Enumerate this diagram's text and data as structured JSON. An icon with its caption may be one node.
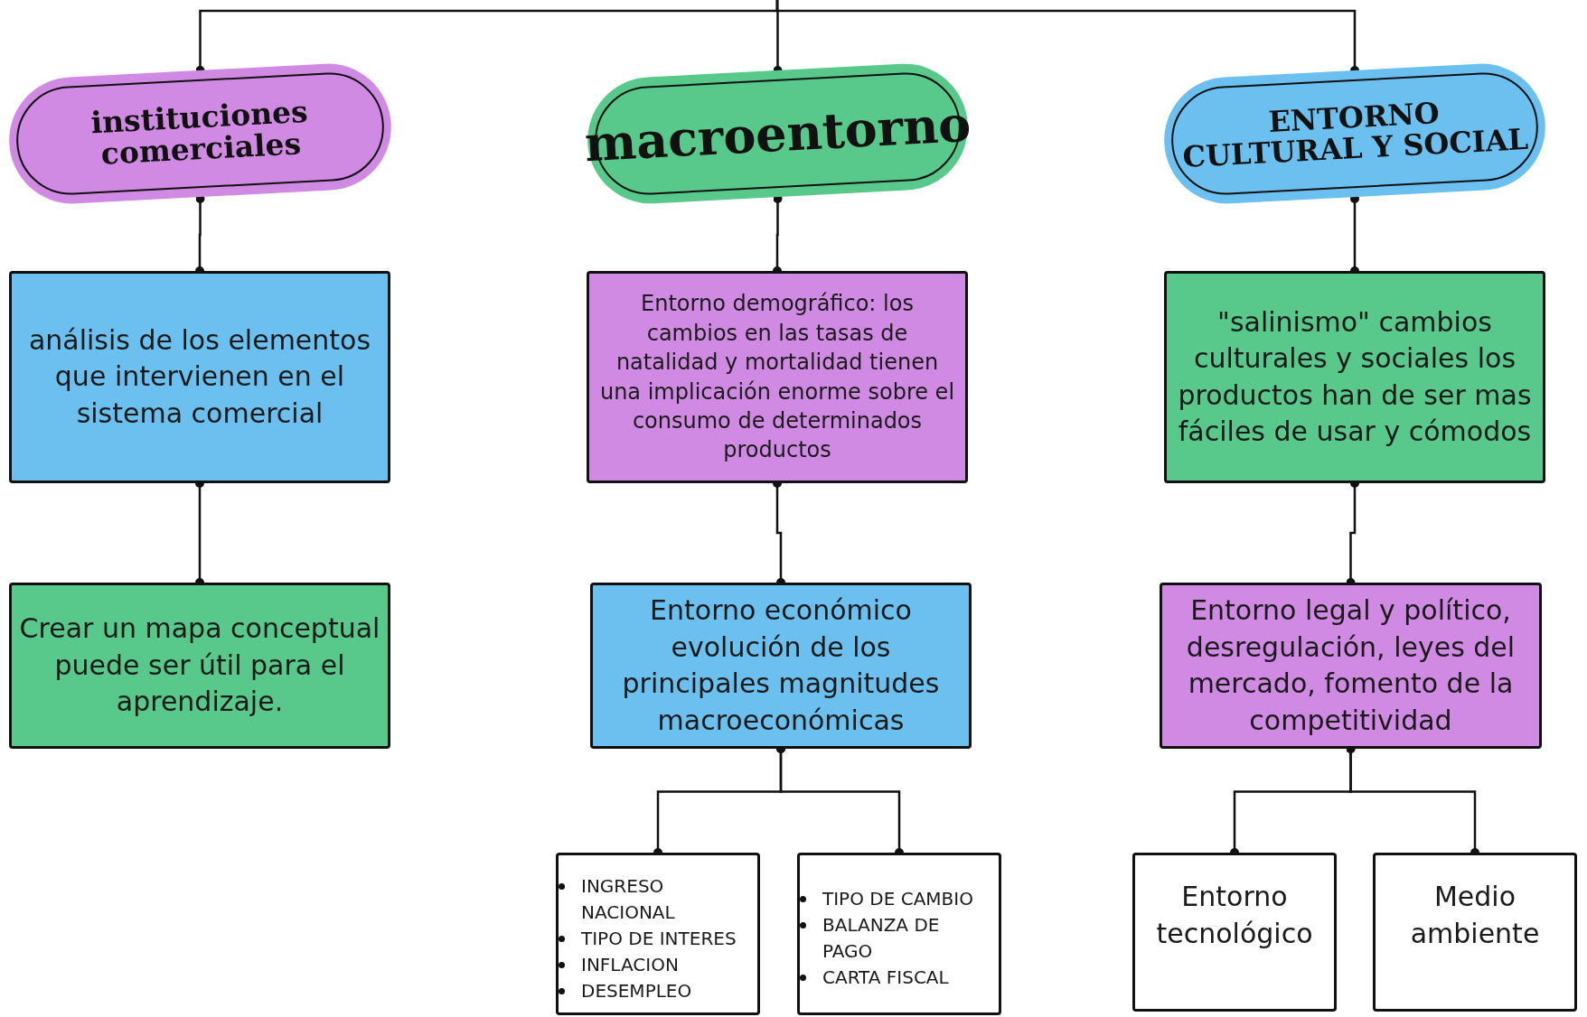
{
  "diagram": {
    "nodes": [
      {
        "text": [
          "instituciones comerciales"
        ]
      },
      {
        "text": [
          "macroentorno"
        ]
      },
      {
        "text": [
          "ENTORNO CULTURAL Y SOCIAL"
        ]
      },
      {
        "text": [
          "análisis de los elementos que intervienen en el sistema comercial"
        ]
      },
      {
        "text": [
          "Entorno demográfico: los cambios en las tasas de natalidad y mortalidad tienen una implicación enorme sobre el consumo de determinados productos"
        ]
      },
      {
        "text": [
          "\"salinismo\" cambios culturales y sociales los productos han de ser mas fáciles de usar y cómodos"
        ]
      },
      {
        "text": [
          "Crear un mapa conceptual puede ser útil para el aprendizaje."
        ]
      },
      {
        "text": [
          "Entorno económico evolución de los principales magnitudes macroeconómicas"
        ]
      },
      {
        "text": [
          "Entorno legal y político, desregulación, leyes del mercado, fomento de la competitividad"
        ]
      },
      {
        "text": [
          "INGRESO NACIONAL",
          "TIPO DE INTERES",
          "INFLACION",
          "DESEMPLEO"
        ]
      },
      {
        "text": [
          "TIPO DE CAMBIO",
          "BALANZA DE PAGO",
          "CARTA FISCAL"
        ]
      },
      {
        "text": [
          "Entorno tecnológico"
        ]
      },
      {
        "text": [
          "Medio ambiente"
        ]
      }
    ],
    "edges": [
      {
        "from": null,
        "to": 0,
        "arrow": "other"
      },
      {
        "from": null,
        "to": 1,
        "arrow": "other"
      },
      {
        "from": null,
        "to": 2,
        "arrow": "other"
      },
      {
        "from": 0,
        "to": 3,
        "arrow": "other"
      },
      {
        "from": 1,
        "to": 4,
        "arrow": "other"
      },
      {
        "from": 2,
        "to": 5,
        "arrow": "other"
      },
      {
        "from": 3,
        "to": 6,
        "arrow": "other"
      },
      {
        "from": 4,
        "to": 7,
        "arrow": "other"
      },
      {
        "from": 5,
        "to": 8,
        "arrow": "other"
      },
      {
        "from": 7,
        "to": 9,
        "arrow": "other"
      },
      {
        "from": 7,
        "to": 10,
        "arrow": "other"
      },
      {
        "from": 8,
        "to": 11,
        "arrow": "other"
      },
      {
        "from": 8,
        "to": 12,
        "arrow": "other"
      }
    ]
  }
}
